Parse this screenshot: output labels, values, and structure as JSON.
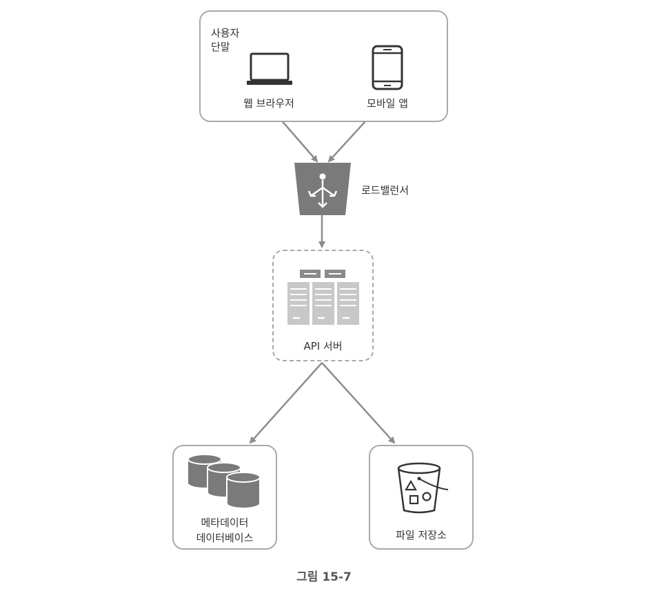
{
  "client_group": {
    "label_line1": "사용자",
    "label_line2": "단말",
    "web_label": "웹 브라우저",
    "mobile_label": "모바일 앱"
  },
  "load_balancer": {
    "label": "로드밸런서"
  },
  "api": {
    "label": "API 서버"
  },
  "metadata_db": {
    "label_line1": "메타데이터",
    "label_line2": "데이터베이스"
  },
  "storage": {
    "label": "파일 저장소"
  },
  "caption": "그림 15-7",
  "icons": {
    "laptop": "laptop-icon",
    "phone": "mobile-phone-icon",
    "load_balancer": "load-balancer-icon",
    "servers": "server-rack-icon",
    "database": "database-icon",
    "bucket": "storage-bucket-icon"
  },
  "colors": {
    "border": "#a8a8a8",
    "arrow": "#8c8c8c",
    "icon_dark": "#7a7a7a",
    "icon_fill": "#c8c8c8",
    "text": "#333333"
  }
}
